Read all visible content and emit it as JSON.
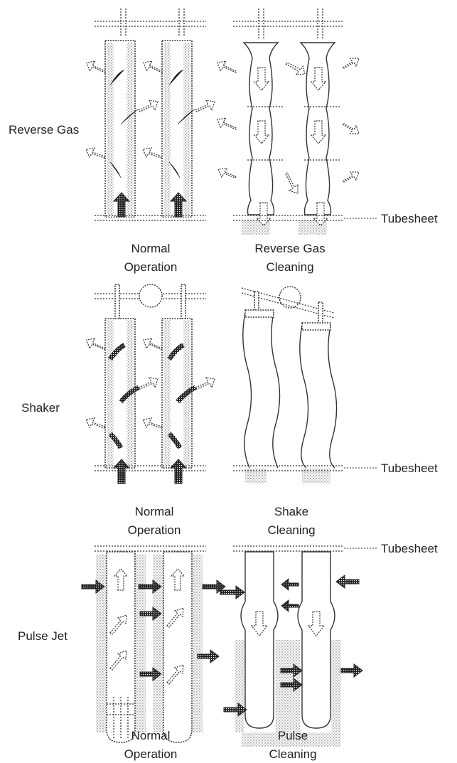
{
  "rows": {
    "reverse_gas": {
      "row_label": "Reverse Gas",
      "left_caption": [
        "Normal",
        "Operation"
      ],
      "right_caption": [
        "Reverse Gas",
        "Cleaning"
      ],
      "callout": "Tubesheet"
    },
    "shaker": {
      "row_label": "Shaker",
      "left_caption": [
        "Normal",
        "Operation"
      ],
      "right_caption": [
        "Shake",
        "Cleaning"
      ],
      "callout": "Tubesheet"
    },
    "pulse_jet": {
      "row_label": "Pulse Jet",
      "left_caption": [
        "Normal",
        "Operation"
      ],
      "right_caption": [
        "Pulse",
        "Cleaning"
      ],
      "callout": "Tubesheet"
    }
  },
  "icons": {
    "gas_flow_arrow": "hatched-arrow-icon",
    "cleaning_flow_arrow": "open-arrow-icon",
    "shaker_drive": "eccentric-wheel-icon"
  }
}
